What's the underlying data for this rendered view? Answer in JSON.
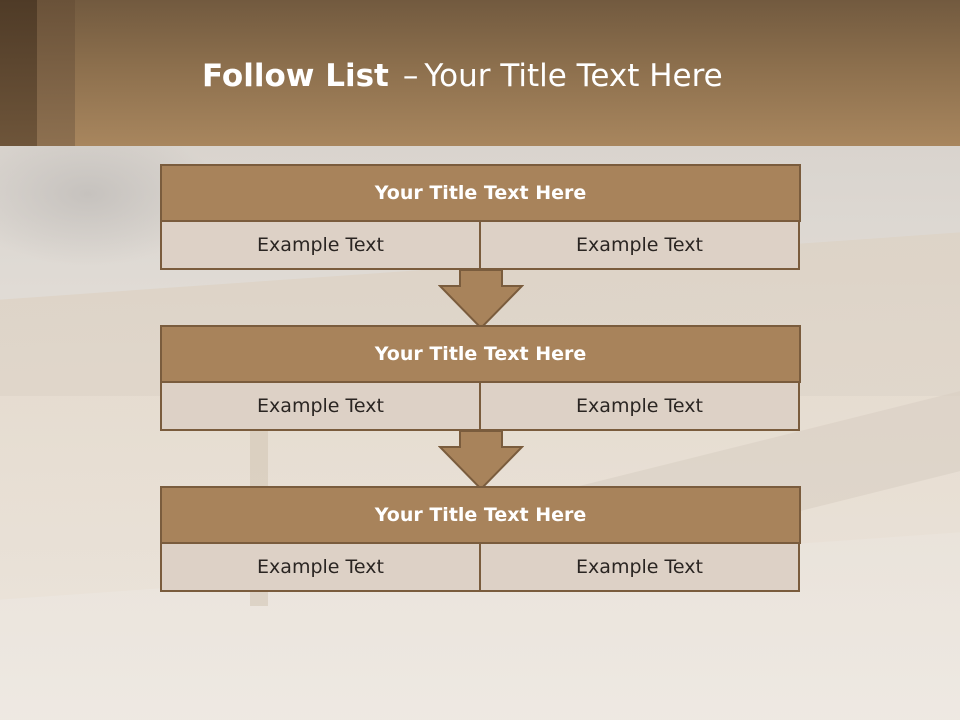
{
  "slide": {
    "title_bold": "Follow List",
    "title_dash": "–",
    "title_rest": "Your Title Text Here"
  },
  "steps": [
    {
      "title": "Your Title Text Here",
      "left": "Example Text",
      "right": "Example Text"
    },
    {
      "title": "Your Title Text Here",
      "left": "Example Text",
      "right": "Example Text"
    },
    {
      "title": "Your Title Text Here",
      "left": "Example Text",
      "right": "Example Text"
    }
  ],
  "colors": {
    "header": "#a8835b",
    "border": "#7a5c3d",
    "cell": "#ddd1c6",
    "arrow": "#a8835b"
  },
  "icons": [
    "down-arrow-icon",
    "down-arrow-icon"
  ]
}
